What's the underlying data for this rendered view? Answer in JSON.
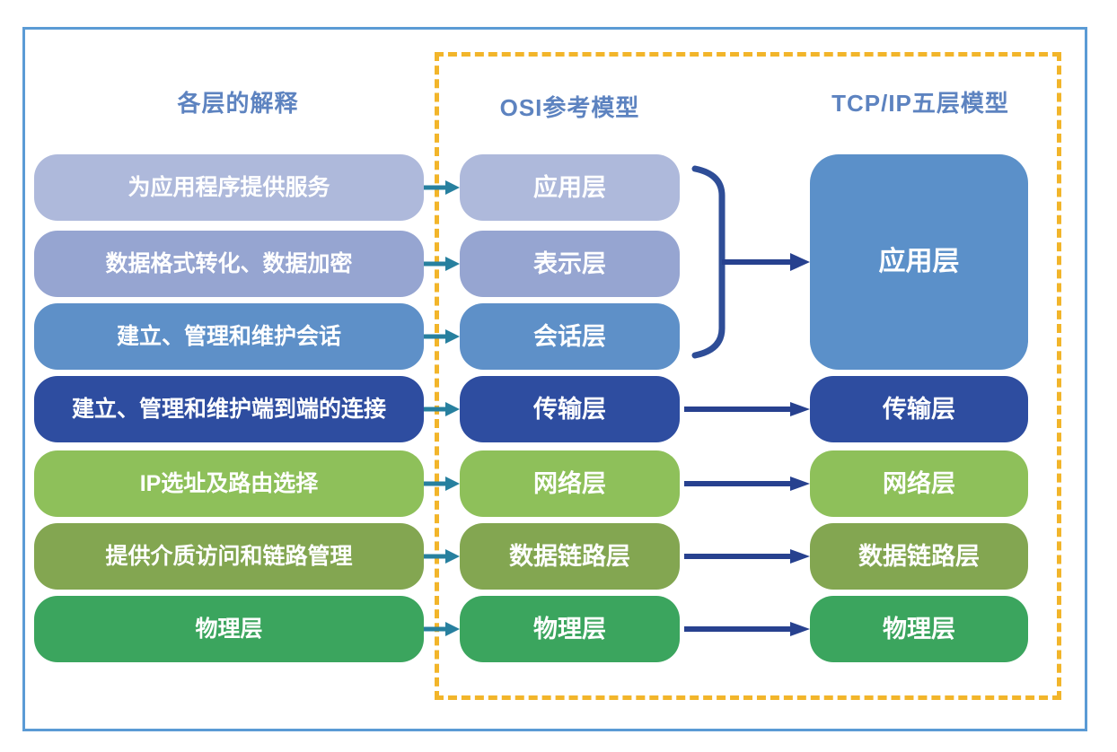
{
  "header": {
    "left": "各层的解释",
    "middle": "OSI参考模型",
    "right": "TCP/IP五层模型"
  },
  "colors": {
    "application": "#aeb9db",
    "presentation": "#96a5d1",
    "session": "#5e90c8",
    "transport": "#2e4da0",
    "network": "#8ec05a",
    "datalink": "#83a651",
    "physical": "#3ba55e",
    "tcpip_application": "#5b90c9",
    "teal_arrow": "#27809f",
    "blue_arrow": "#27418f",
    "brace": "#2e4d97",
    "dashed_border": "#f2b52a",
    "frame_border": "#5b9bd5",
    "header_text": "#5d83c0"
  },
  "explanations": [
    {
      "label": "为应用程序提供服务"
    },
    {
      "label": "数据格式转化、数据加密"
    },
    {
      "label": "建立、管理和维护会话"
    },
    {
      "label": "建立、管理和维护端到端的连接"
    },
    {
      "label": "IP选址及路由选择"
    },
    {
      "label": "提供介质访问和链路管理"
    },
    {
      "label": "物理层"
    }
  ],
  "osi_layers": [
    "应用层",
    "表示层",
    "会话层",
    "传输层",
    "网络层",
    "数据链路层",
    "物理层"
  ],
  "tcpip_layers": [
    "应用层",
    "传输层",
    "网络层",
    "数据链路层",
    "物理层"
  ]
}
